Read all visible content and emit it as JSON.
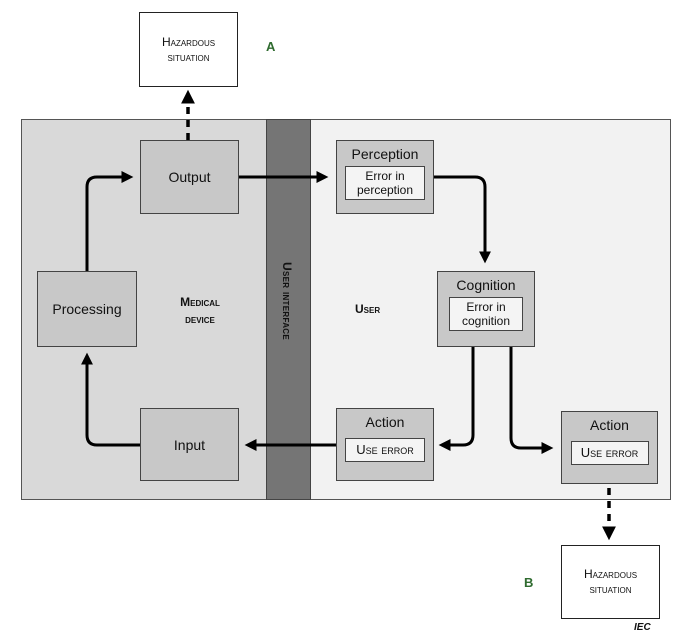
{
  "hazard_top": {
    "line1": "Hazardous",
    "line2": "situation"
  },
  "hazard_bottom": {
    "line1": "Hazardous",
    "line2": "situation"
  },
  "label_a": "A",
  "label_b": "B",
  "medical_device": {
    "line1": "Medical",
    "line2": "device"
  },
  "user_interface": "User interface",
  "user": "User",
  "output": "Output",
  "processing": "Processing",
  "input": "Input",
  "perception": {
    "title": "Perception",
    "inner1": "Error in",
    "inner2": "perception"
  },
  "cognition": {
    "title": "Cognition",
    "inner1": "Error in",
    "inner2": "cognition"
  },
  "action_left": {
    "title": "Action",
    "inner": "Use error"
  },
  "action_right": {
    "title": "Action",
    "inner": "Use error"
  },
  "footer": "IEC"
}
